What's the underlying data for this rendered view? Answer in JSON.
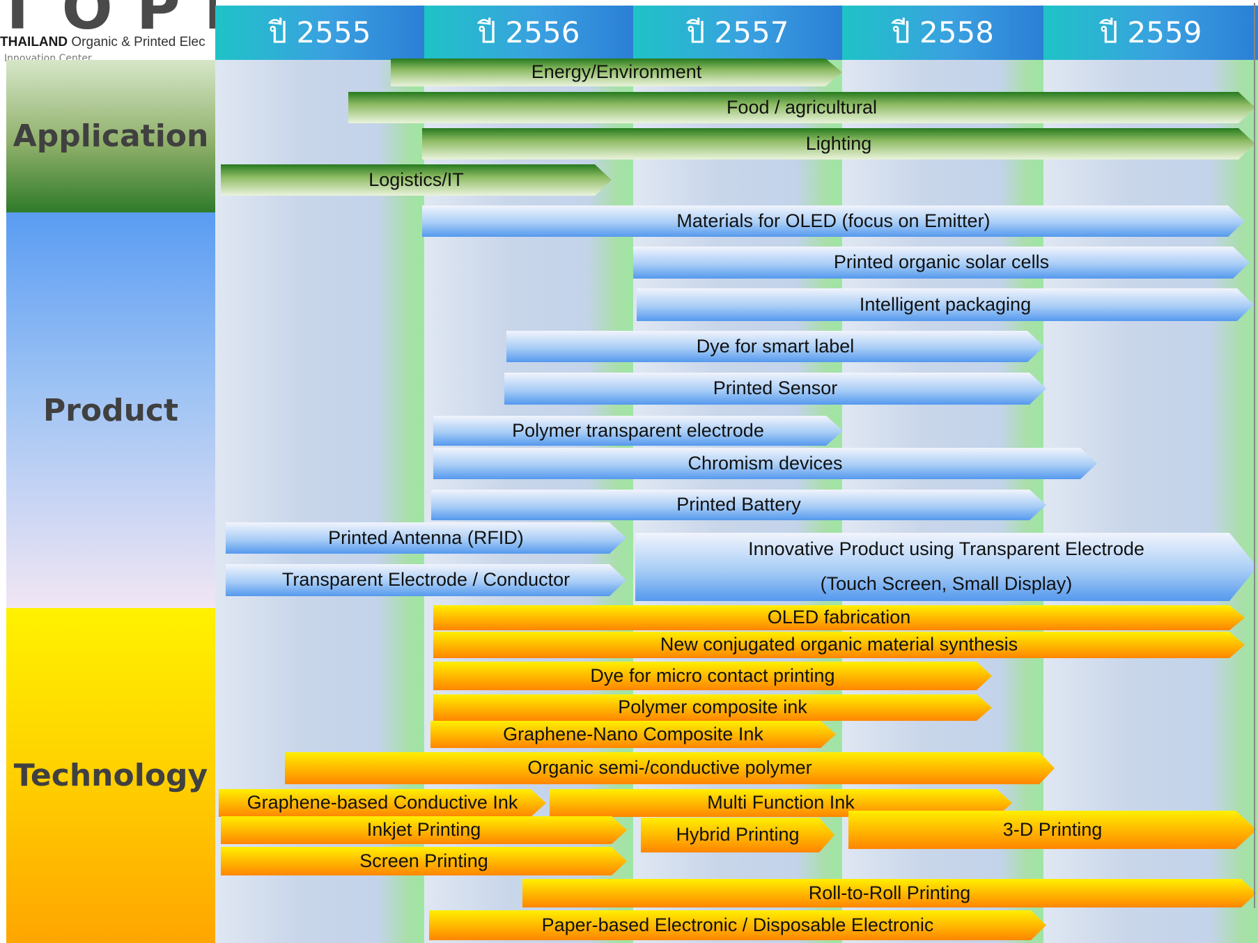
{
  "logo": {
    "mark": "TOPIC",
    "tagline_bold": "THAILAND",
    "tagline_rest": "Organic & Printed Elec",
    "tagline_line2": "Innovation Center"
  },
  "years": [
    "ปี 2555",
    "ปี 2556",
    "ปี 2557",
    "ปี 2558",
    "ปี 2559"
  ],
  "categories": {
    "application": "Application",
    "product": "Product",
    "technology": "Technology"
  },
  "colors": {
    "application": "#4f8a33",
    "product": "#5a9cf2",
    "technology": "#ffb000",
    "header": "#28b4d2"
  },
  "application_items": [
    "Energy/Environment",
    "Food / agricultural",
    "Lighting",
    "Logistics/IT"
  ],
  "product_items": [
    "Materials for OLED (focus on Emitter)",
    "Printed organic solar cells",
    "Intelligent packaging",
    "Dye for smart label",
    "Printed Sensor",
    "Polymer transparent electrode",
    "Chromism devices",
    "Printed Battery",
    "Printed Antenna (RFID)",
    "Transparent Electrode / Conductor",
    "Innovative Product using Transparent Electrode",
    "(Touch Screen, Small Display)"
  ],
  "technology_items": [
    "OLED fabrication",
    "New conjugated organic material synthesis",
    "Dye for micro contact printing",
    "Polymer composite ink",
    "Graphene-Nano Composite Ink",
    "Organic semi-/conductive polymer",
    "Graphene-based Conductive Ink",
    "Multi Function Ink",
    "Inkjet Printing",
    "Hybrid Printing",
    "3-D Printing",
    "Screen Printing",
    "Roll-to-Roll Printing",
    "Paper-based Electronic / Disposable Electronic"
  ]
}
